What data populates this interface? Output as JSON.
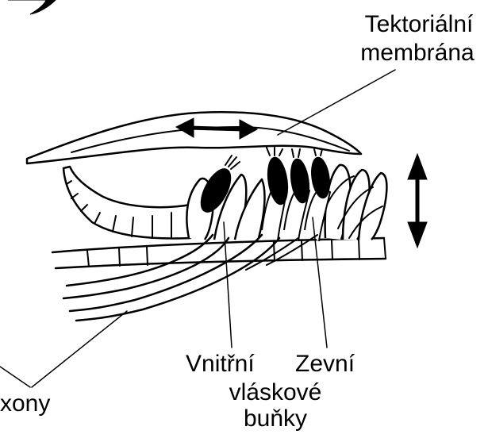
{
  "labels": {
    "tectorial_line1": "Tektoriální",
    "tectorial_line2": "membrána",
    "inner": "Vnitřní",
    "outer": "Zevní",
    "hair_cells_line1": "vláskové",
    "hair_cells_line2": "buňky",
    "axons": "xony"
  },
  "colors": {
    "ink": "#000000",
    "background": "#ffffff"
  }
}
